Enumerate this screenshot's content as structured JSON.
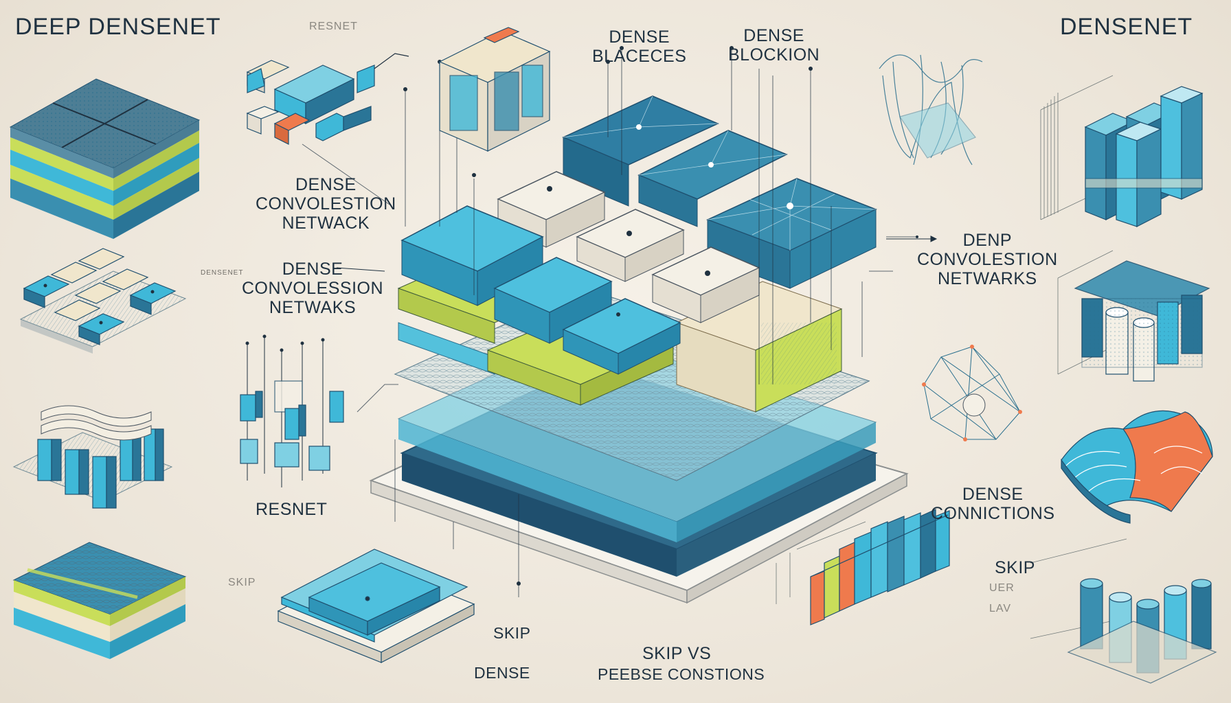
{
  "palette": {
    "background": "#efe9df",
    "ink": "#1f3140",
    "cyan": "#3fb8d8",
    "teal_dark": "#2a6f8e",
    "lime": "#c9de5a",
    "cream": "#f3eee2",
    "orange": "#ef7a4d",
    "blue_deep": "#1f4f6e"
  },
  "titles": {
    "top_left": "DEEP DENSENET",
    "top_right": "DENSENET"
  },
  "labels": {
    "faint_resnet": "RESNET",
    "dense_blaceces": [
      "DENSE",
      "BLACECES"
    ],
    "dense_blockion": [
      "DENSE",
      "BLOCKION"
    ],
    "dense_convolestion_netwack": [
      "DENSE",
      "CONVOLESTION",
      "NETWACK"
    ],
    "tiny_tag": "DENSENET",
    "dense_convolession_netwaks": [
      "DENSE",
      "CONVOLESSION",
      "NETWAKS"
    ],
    "denp_convolestion_netwarks": [
      "DENP",
      "CONVOLESTION",
      "NETWARKS"
    ],
    "resnet": "RESNET",
    "dense_connictions": [
      "DENSE",
      "CONNICTIONS"
    ],
    "skip_right": "SKIP",
    "faint_uer": "UER",
    "faint_lav": "LAV",
    "skip_small": "SKIP",
    "skip_bottom": "SKIP",
    "dense_bottom": "DENSE",
    "skip_vs": "SKIP VS",
    "peebse_constions": "PEEBSE CONSTIONS"
  }
}
